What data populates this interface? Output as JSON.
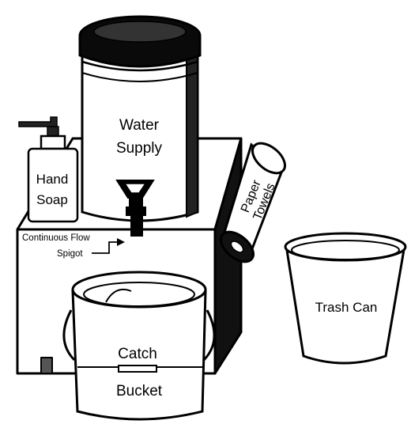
{
  "diagram": {
    "labels": {
      "water_supply": [
        "Water",
        "Supply"
      ],
      "hand_soap": [
        "Hand",
        "Soap"
      ],
      "paper_towels": [
        "Paper",
        "Towels"
      ],
      "spigot": [
        "Continuous Flow",
        "Spigot"
      ],
      "trash_can": "Trash Can",
      "catch_bucket": [
        "Catch",
        "Bucket"
      ]
    }
  }
}
